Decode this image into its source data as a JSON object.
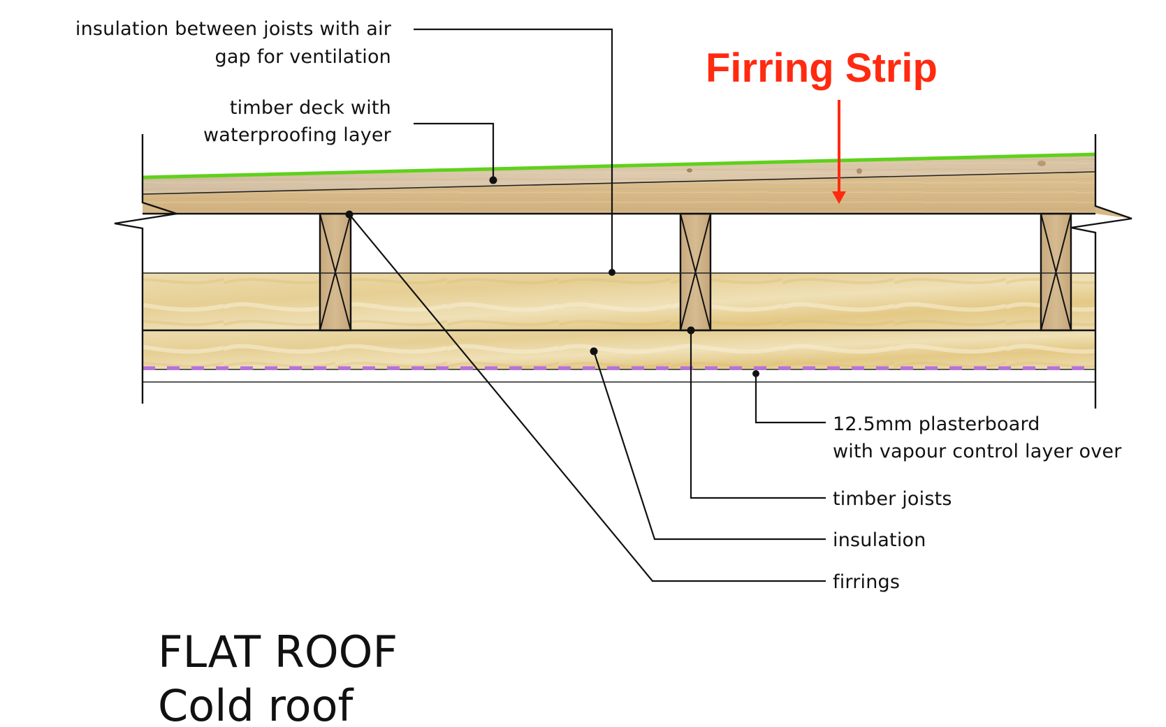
{
  "diagram": {
    "title_line1": "FLAT ROOF",
    "title_line2": "Cold roof",
    "callout": {
      "text": "Firring Strip",
      "color": "#ff2a10"
    },
    "labels_left": [
      {
        "lines": [
          "insulation between joists with air",
          "gap for ventilation"
        ]
      },
      {
        "lines": [
          "timber deck with",
          "waterproofing layer"
        ]
      }
    ],
    "labels_right": [
      {
        "lines": [
          "12.5mm plasterboard",
          "with vapour control layer over"
        ]
      },
      {
        "lines": [
          "timber joists"
        ]
      },
      {
        "lines": [
          "insulation"
        ]
      },
      {
        "lines": [
          "firrings"
        ]
      }
    ],
    "layer_colors": {
      "waterproofing": "#5fd11c",
      "deck": "#d9c5a8",
      "firring": "#d8bb8c",
      "joist": "#c9ab80",
      "insulation": "#ead6a2",
      "vapour_control": "#b86ee0",
      "plasterboard": "#ffffff"
    }
  }
}
